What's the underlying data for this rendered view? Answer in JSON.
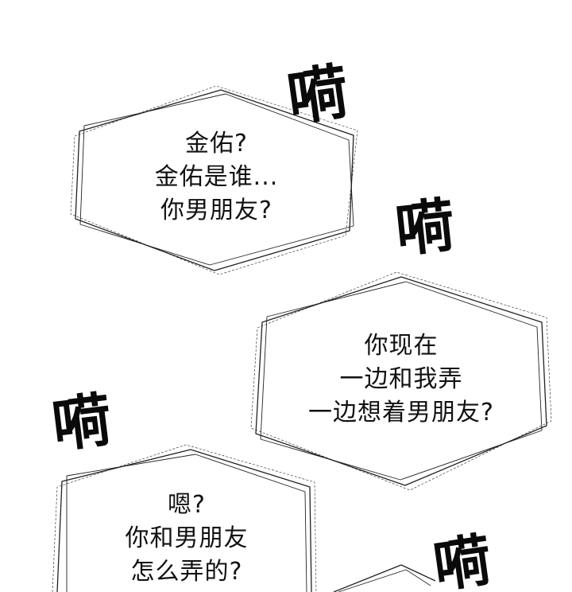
{
  "bubbles": [
    {
      "lines": [
        "金佑?",
        "金佑是谁...",
        "你男朋友?"
      ]
    },
    {
      "lines": [
        "你现在",
        "一边和我弄",
        "一边想着男朋友?"
      ]
    },
    {
      "lines": [
        "嗯?",
        "你和男朋友",
        "怎么弄的?"
      ]
    }
  ],
  "sfx": [
    "嗬",
    "嗬",
    "嗬",
    "嗬"
  ],
  "colors": {
    "ink": "#111111",
    "paper": "#ffffff"
  }
}
